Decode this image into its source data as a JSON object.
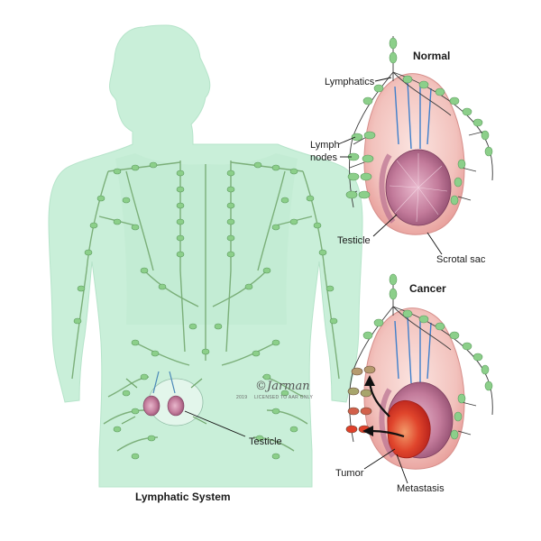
{
  "labels": {
    "normal_title": "Normal",
    "cancer_title": "Cancer",
    "lymphatics": "Lymphatics",
    "lymph": "Lymph",
    "nodes": "nodes",
    "testicle_normal": "Testicle",
    "scrotal_sac": "Scrotal sac",
    "testicle_body": "Testicle",
    "tumor": "Tumor",
    "metastasis": "Metastasis",
    "caption": "Lymphatic System"
  },
  "signature": {
    "name": "©Jarman",
    "year": "2019",
    "note": "LICENSED TO AAR ONLY"
  },
  "colors": {
    "body": "#c9efd9",
    "lymph_vessel": "#6fa56a",
    "lymph_node": "#8ccf8a",
    "testicle": "#c77a9a",
    "scrotum": "#f3c9c4",
    "tumor": "#e0402a"
  }
}
